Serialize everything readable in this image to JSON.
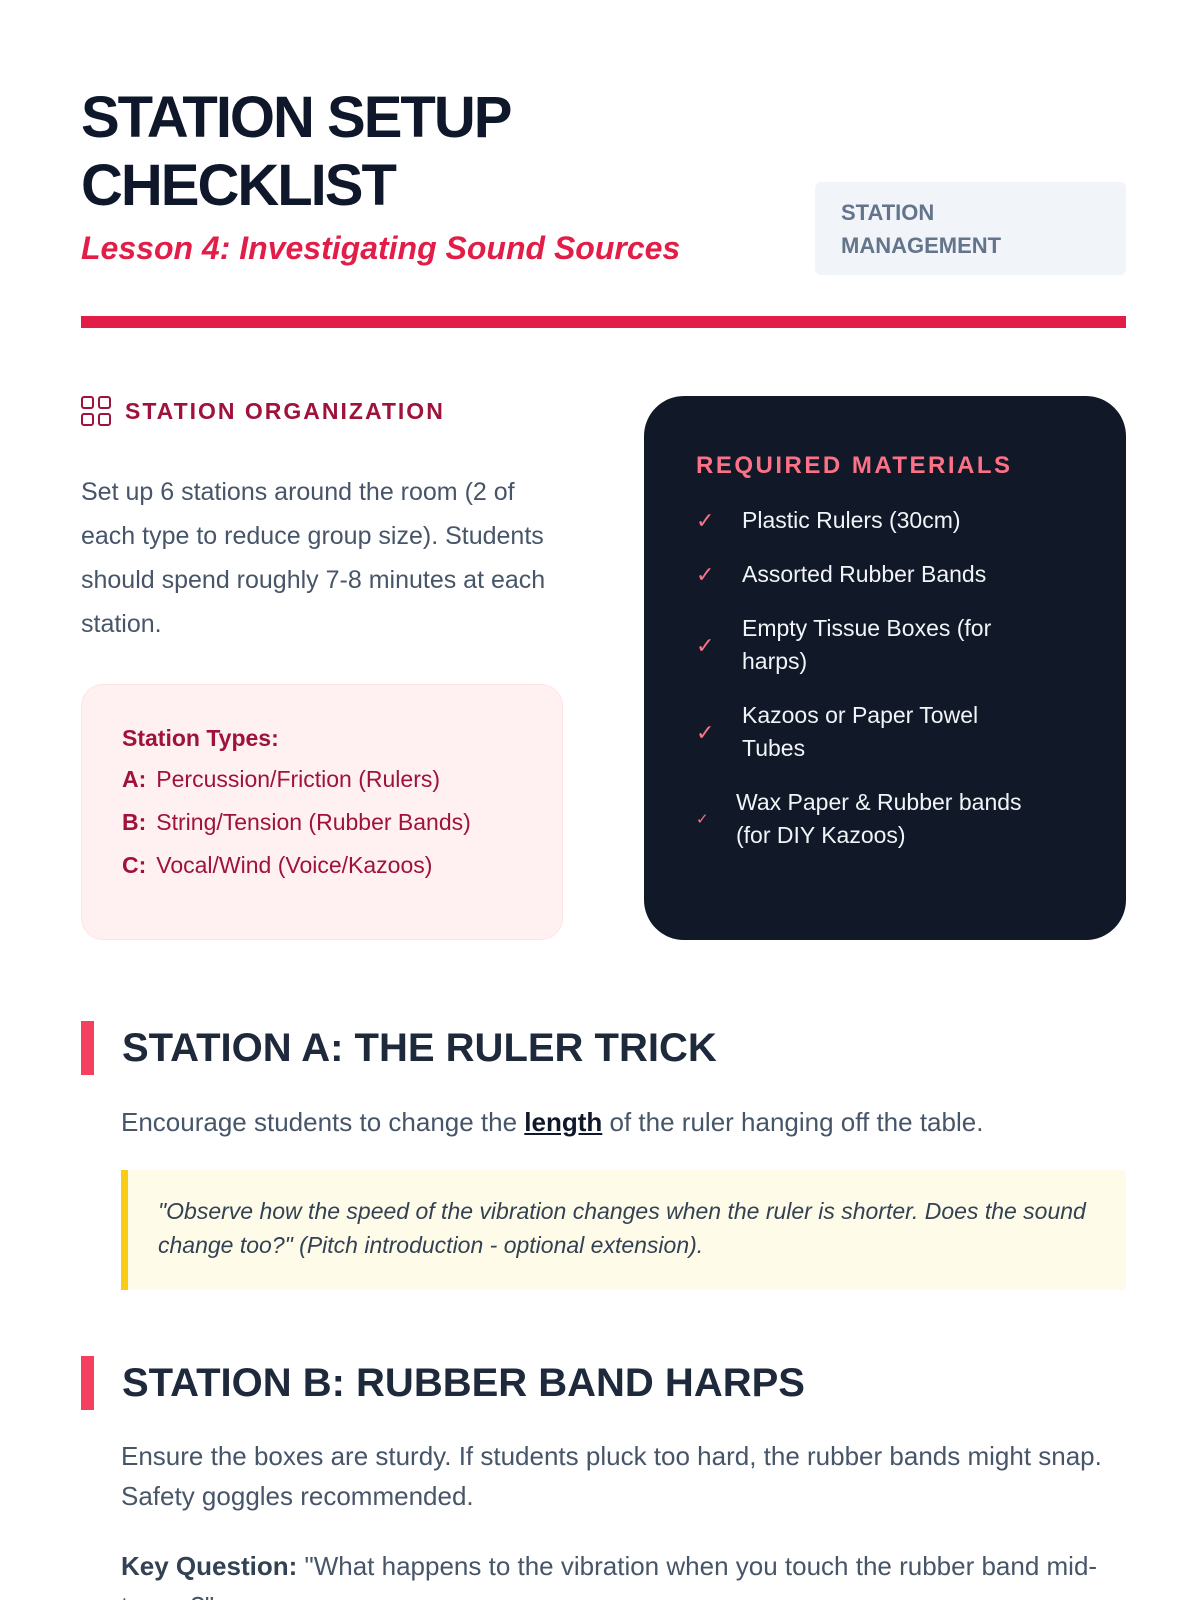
{
  "header": {
    "title": "STATION SETUP CHECKLIST",
    "subtitle": "Lesson 4: Investigating Sound Sources",
    "badge": "STATION MANAGEMENT"
  },
  "organization": {
    "heading": "STATION ORGANIZATION",
    "intro": "Set up 6 stations around the room (2 of each type to reduce group size). Students should spend roughly 7-8 minutes at each station.",
    "types_title": "Station Types:",
    "types": [
      {
        "key": "A:",
        "label": "Percussion/Friction (Rulers)"
      },
      {
        "key": "B:",
        "label": "String/Tension (Rubber Bands)"
      },
      {
        "key": "C:",
        "label": "Vocal/Wind (Voice/Kazoos)"
      }
    ]
  },
  "materials": {
    "heading": "REQUIRED MATERIALS",
    "items": [
      "Plastic Rulers (30cm)",
      "Assorted Rubber Bands",
      "Empty Tissue Boxes (for harps)",
      "Kazoos or Paper Towel Tubes",
      "Wax Paper & Rubber bands (for DIY Kazoos)"
    ]
  },
  "station_a": {
    "title": "STATION A: THE RULER TRICK",
    "text_before": "Encourage students to change the ",
    "emphasis": "length",
    "text_after": " of the ruler hanging off the table.",
    "quote": "\"Observe how the speed of the vibration changes when the ruler is shorter. Does the sound change too?\" (Pitch introduction - optional extension)."
  },
  "station_b": {
    "title": "STATION B: RUBBER BAND HARPS",
    "text": "Ensure the boxes are sturdy. If students pluck too hard, the rubber bands might snap. Safety goggles recommended.",
    "key_label": "Key Question:",
    "key_text": " \"What happens to the vibration when you touch the rubber band mid-twang?\""
  }
}
